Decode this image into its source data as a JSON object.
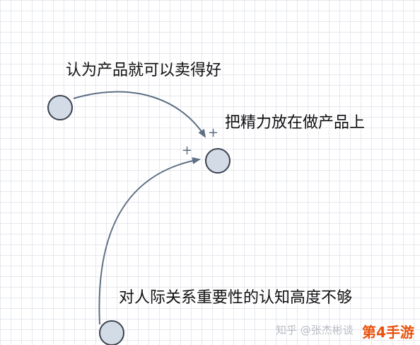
{
  "diagram": {
    "nodes": {
      "top_left": {},
      "center": {},
      "bottom": {}
    },
    "edges": [
      {
        "from": "top_left",
        "to": "center",
        "polarity": "+"
      },
      {
        "from": "bottom",
        "to": "center",
        "polarity": "+"
      }
    ],
    "labels": {
      "top_left": "认为产品就可以卖得好",
      "center": "把精力放在做产品上",
      "bottom": "对人际关系重要性的认知高度不够"
    }
  },
  "watermark": {
    "source": "知乎 @张杰彬谈",
    "brand": "第4手游"
  },
  "colors": {
    "node_fill": "#d3dbe6",
    "node_stroke": "#3b4350",
    "edge": "#5e6f84",
    "grid": "#e6e8ee",
    "brand": "#e8510c"
  }
}
